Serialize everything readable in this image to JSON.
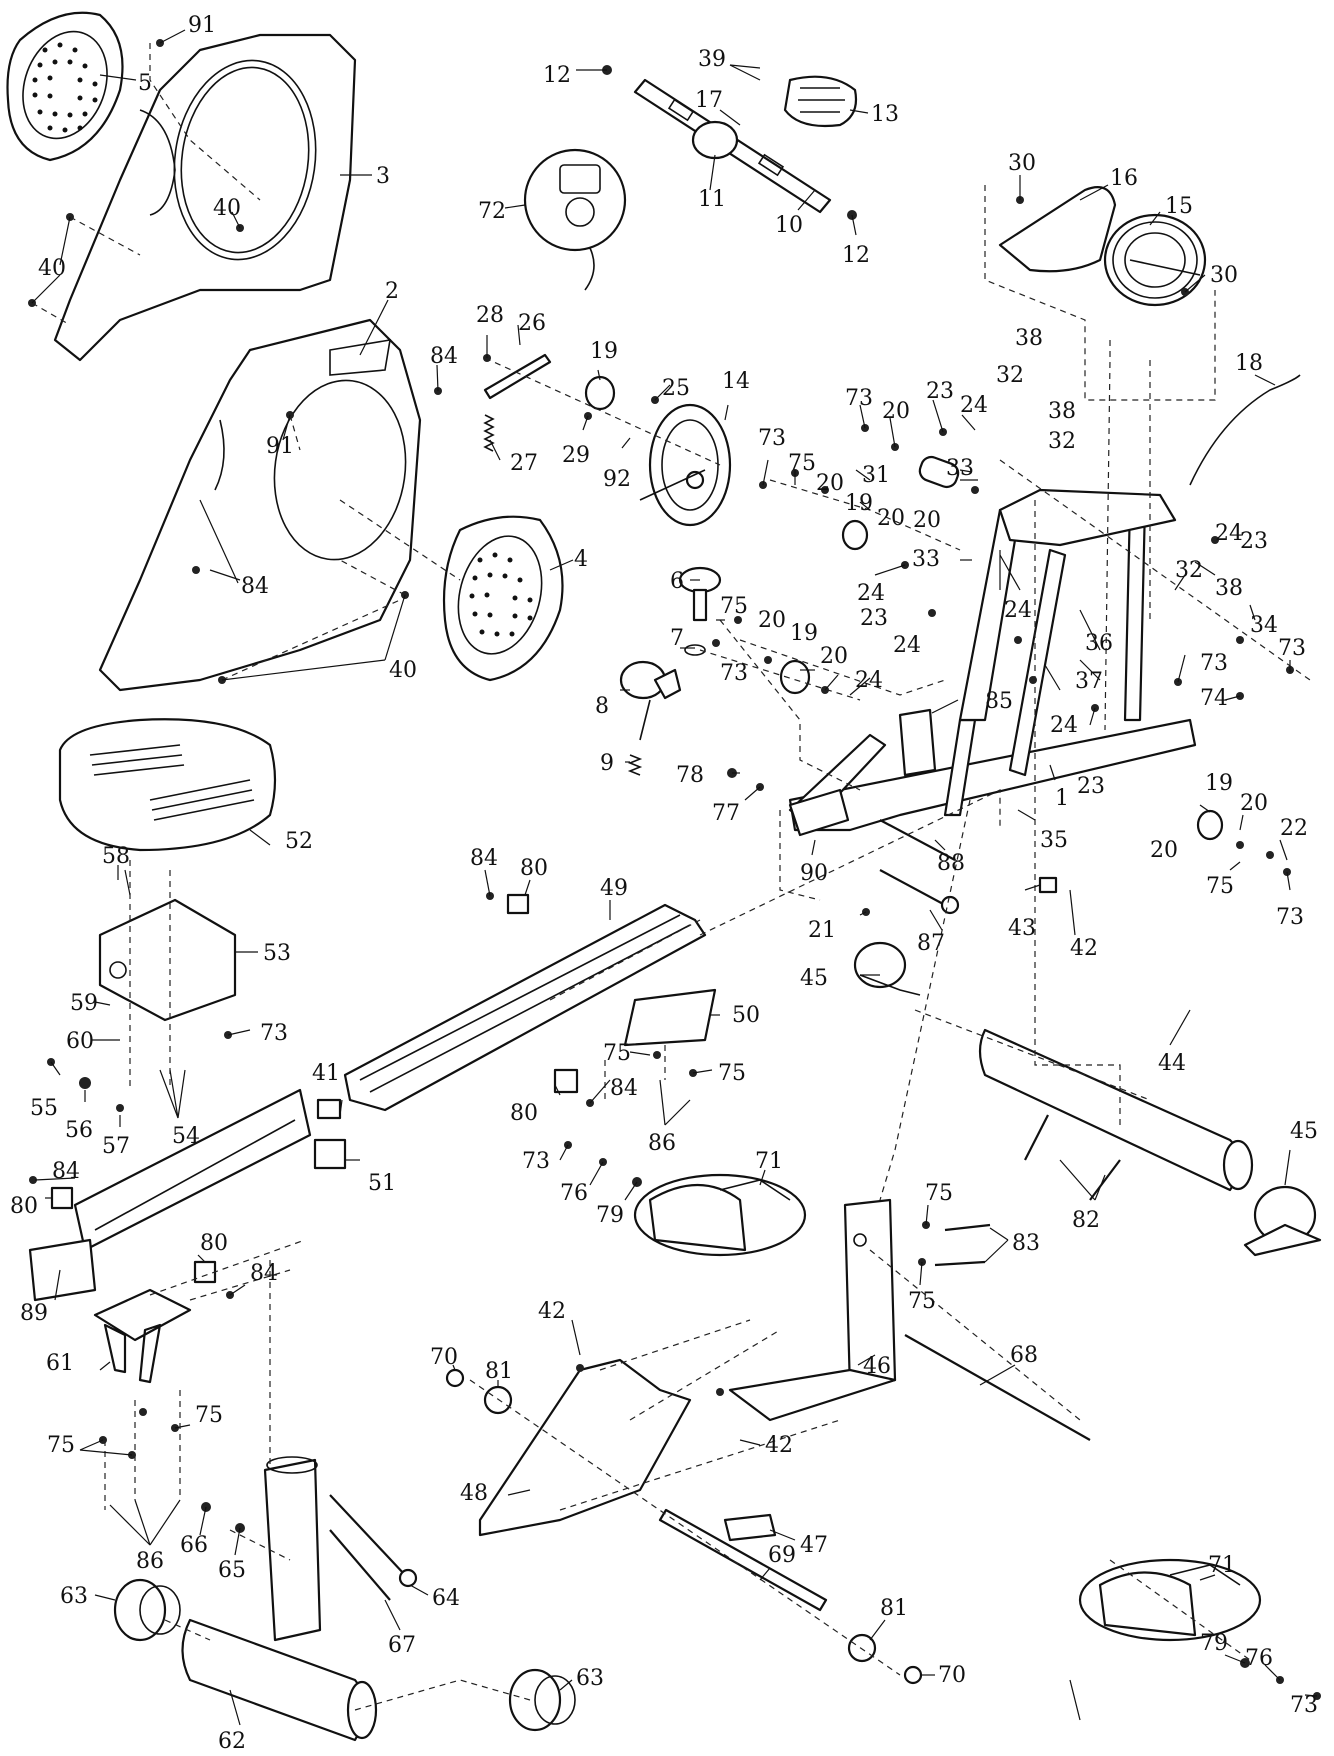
{
  "colors": {
    "ink": "#111111",
    "paper": "#ffffff"
  },
  "labels": {
    "l91a": "91",
    "l5": "5",
    "l3": "3",
    "l40a": "40",
    "l40b": "40",
    "l2": "2",
    "l84a": "84",
    "l91b": "91",
    "l84b": "84",
    "l40c": "40",
    "l4": "4",
    "l12a": "12",
    "l39": "39",
    "l13": "13",
    "l17": "17",
    "l72": "72",
    "l11": "11",
    "l10": "10",
    "l12b": "12",
    "l30a": "30",
    "l16": "16",
    "l15": "15",
    "l30b": "30",
    "l18": "18",
    "l28": "28",
    "l26": "26",
    "l19a": "19",
    "l25": "25",
    "l14": "14",
    "l27": "27",
    "l29": "29",
    "l92": "92",
    "l73a": "73",
    "l20a": "20",
    "l23a": "23",
    "l24a": "24",
    "l38a": "38",
    "l32a": "32",
    "l38b": "38",
    "l32b": "32",
    "l73b": "73",
    "l75a": "75",
    "l20b": "20",
    "l19b": "19",
    "l20c": "20",
    "l31": "31",
    "l33a": "33",
    "l20d": "20",
    "l33b": "33",
    "l24b": "24",
    "l23b": "23",
    "l24c": "24",
    "l6": "6",
    "l75b": "75",
    "l20e": "20",
    "l19c": "19",
    "l20f": "20",
    "l7": "7",
    "l73c": "73",
    "l24d": "24",
    "l8": "8",
    "l9": "9",
    "l24e": "24",
    "l36": "36",
    "l37": "37",
    "l85": "85",
    "l24f": "24",
    "l23c": "23",
    "l24g": "24",
    "l23d": "23",
    "l32c": "32",
    "l38c": "38",
    "l34": "34",
    "l73d": "73",
    "l73e": "73",
    "l74": "74",
    "l78": "78",
    "l77": "77",
    "l1": "1",
    "l35": "35",
    "l90": "90",
    "l88": "88",
    "l21": "21",
    "l87": "87",
    "l19d": "19",
    "l20g": "20",
    "l20h": "20",
    "l22": "22",
    "l75c": "75",
    "l73f": "73",
    "l43": "43",
    "l42a": "42",
    "l52": "52",
    "l58": "58",
    "l53": "53",
    "l59": "59",
    "l73g": "73",
    "l60": "60",
    "l55": "55",
    "l56": "56",
    "l57": "57",
    "l54": "54",
    "l84c": "84",
    "l80a": "80",
    "l49": "49",
    "l41": "41",
    "l51": "51",
    "l50": "50",
    "l75d": "75",
    "l75e": "75",
    "l80b": "80",
    "l84d": "84",
    "l86a": "86",
    "l45a": "45",
    "l44": "44",
    "l45b": "45",
    "l82": "82",
    "l84e": "84",
    "l80c": "80",
    "l80d": "80",
    "l84f": "84",
    "l89": "89",
    "l61": "61",
    "l75f": "75",
    "l75g": "75",
    "l86b": "86",
    "l73h": "73",
    "l76a": "76",
    "l79a": "79",
    "l71a": "71",
    "l75h": "75",
    "l83": "83",
    "l75i": "75",
    "l42b": "42",
    "l70a": "70",
    "l81a": "81",
    "l46": "46",
    "l68": "68",
    "l42c": "42",
    "l48": "48",
    "l47": "47",
    "l71b": "71",
    "l79b": "79",
    "l76b": "76",
    "l73i": "73",
    "l66": "66",
    "l65": "65",
    "l64": "64",
    "l67": "67",
    "l63a": "63",
    "l62": "62",
    "l63b": "63",
    "l69": "69",
    "l81b": "81",
    "l70b": "70"
  }
}
